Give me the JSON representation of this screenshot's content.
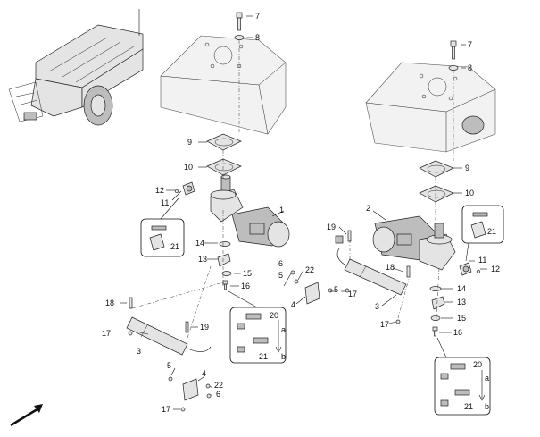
{
  "labels": {
    "n1": "1",
    "n2": "2",
    "n3": "3",
    "n4": "4",
    "n5": "5",
    "n6": "6",
    "n7": "7",
    "n8": "8",
    "n9": "9",
    "n10": "10",
    "n11": "11",
    "n12": "12",
    "n13": "13",
    "n14": "14",
    "n15": "15",
    "n16": "16",
    "n17": "17",
    "n18": "18",
    "n19": "19",
    "n20": "20",
    "n21": "21",
    "n22": "22",
    "a": "a",
    "b": "b"
  }
}
